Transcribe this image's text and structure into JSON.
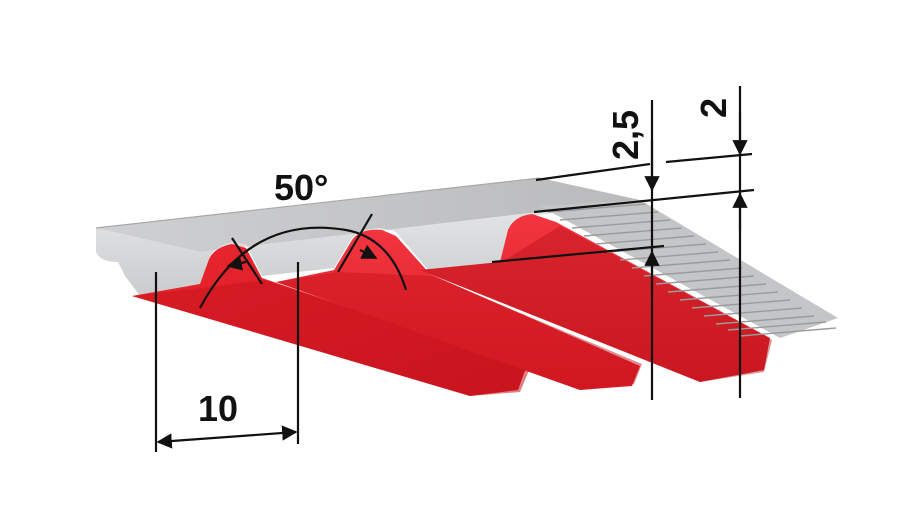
{
  "diagram": {
    "labels": {
      "angle": "50°",
      "pitch": "10",
      "total_thickness": "2,5",
      "tooth_height": "2"
    }
  },
  "colors": {
    "belt_body": "#d9dadb",
    "belt_top": "#c8c9cb",
    "coating_red": "#e3202a",
    "coating_red_dark": "#b2141b",
    "coating_red_light": "#f0343d",
    "dimension_line": "#111111"
  }
}
